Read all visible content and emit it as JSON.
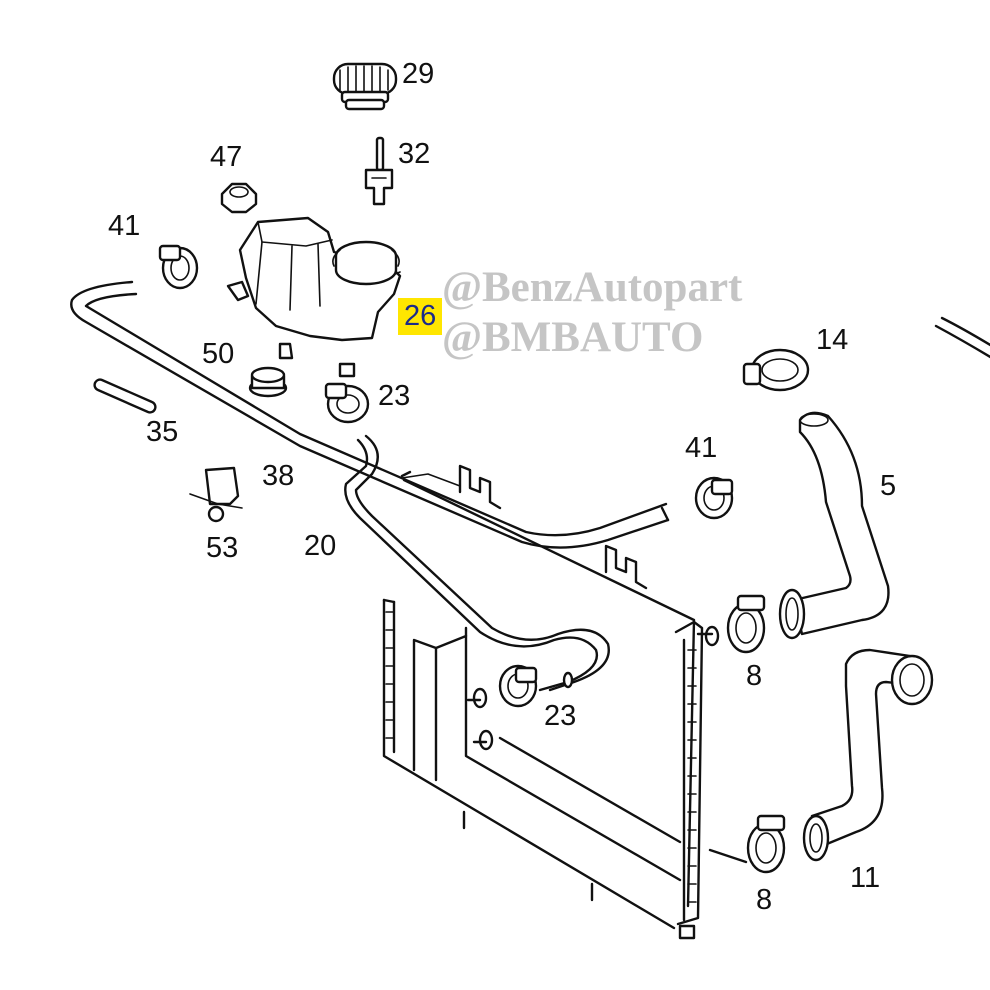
{
  "diagram": {
    "labels": {
      "p29": "29",
      "p32": "32",
      "p47": "47",
      "p41a": "41",
      "p26": "26",
      "p14": "14",
      "p50": "50",
      "p23a": "23",
      "p35": "35",
      "p41b": "41",
      "p38": "38",
      "p5": "5",
      "p53": "53",
      "p20": "20",
      "p8a": "8",
      "p23b": "23",
      "p11": "11",
      "p8b": "8"
    },
    "highlighted_part": "26",
    "highlight_color": "#ffe600",
    "watermarks": [
      "@BenzAutopart",
      "@BMBAUTO"
    ]
  }
}
